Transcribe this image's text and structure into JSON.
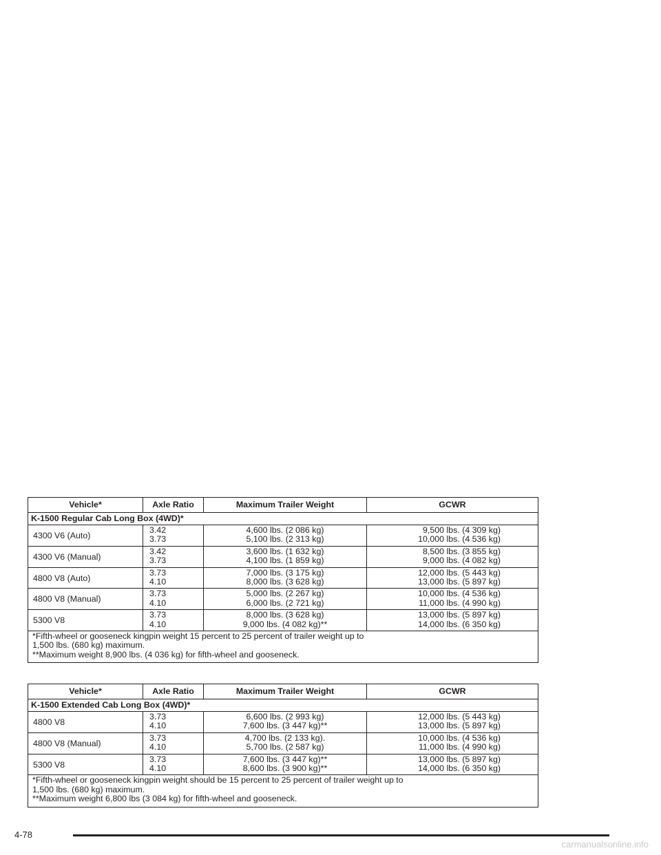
{
  "tables": [
    {
      "headers": [
        "Vehicle*",
        "Axle Ratio",
        "Maximum Trailer Weight",
        "GCWR"
      ],
      "group": "K-1500 Regular Cab Long Box (4WD)*",
      "rows": [
        {
          "vehicle": "4300 V6 (Auto)",
          "axle": [
            "3.42",
            "3.73"
          ],
          "mtw": [
            "4,600 lbs. (2 086 kg)",
            "5,100 lbs. (2 313 kg)"
          ],
          "gcwr": [
            "9,500 lbs. (4 309 kg)",
            "10,000 lbs. (4 536 kg)"
          ]
        },
        {
          "vehicle": "4300 V6 (Manual)",
          "axle": [
            "3.42",
            "3.73"
          ],
          "mtw": [
            "3,600 lbs. (1 632 kg)",
            "4,100 lbs. (1 859 kg)"
          ],
          "gcwr": [
            "8,500 lbs. (3 855 kg)",
            "9,000 lbs. (4 082 kg)"
          ]
        },
        {
          "vehicle": "4800 V8 (Auto)",
          "axle": [
            "3.73",
            "4.10"
          ],
          "mtw": [
            "7,000 lbs. (3 175 kg)",
            "8,000 lbs. (3 628 kg)"
          ],
          "gcwr": [
            "12,000 lbs. (5 443 kg)",
            "13,000 lbs. (5 897 kg)"
          ]
        },
        {
          "vehicle": "4800 V8 (Manual)",
          "axle": [
            "3.73",
            "4.10"
          ],
          "mtw": [
            "5,000 lbs. (2 267 kg)",
            "6,000 lbs. (2 721 kg)"
          ],
          "gcwr": [
            "10,000 lbs. (4 536 kg)",
            "11,000 lbs. (4 990 kg)"
          ]
        },
        {
          "vehicle": "5300 V8",
          "axle": [
            "3.73",
            "4.10"
          ],
          "mtw": [
            "8,000 lbs. (3 628 kg)",
            "9,000 lbs. (4 082 kg)**"
          ],
          "gcwr": [
            "13,000 lbs. (5 897 kg)",
            "14,000 lbs. (6 350 kg)"
          ]
        }
      ],
      "footnotes": [
        "*Fifth-wheel or gooseneck kingpin weight 15 percent to 25 percent of trailer weight up to",
        "1,500 lbs. (680 kg) maximum.",
        "**Maximum weight 8,900 lbs. (4 036 kg) for fifth-wheel and gooseneck."
      ]
    },
    {
      "headers": [
        "Vehicle*",
        "Axle Ratio",
        "Maximum Trailer Weight",
        "GCWR"
      ],
      "group": "K-1500 Extended Cab Long Box (4WD)*",
      "rows": [
        {
          "vehicle": "4800 V8",
          "axle": [
            "3.73",
            "4.10"
          ],
          "mtw": [
            "6,600 lbs. (2 993 kg)",
            "7,600 lbs. (3 447 kg)**"
          ],
          "gcwr": [
            "12,000 lbs. (5 443 kg)",
            "13,000 lbs. (5 897 kg)"
          ]
        },
        {
          "vehicle": "4800 V8 (Manual)",
          "axle": [
            "3.73",
            "4.10"
          ],
          "mtw": [
            "4,700 lbs. (2 133 kg).",
            "5,700 lbs. (2 587 kg)"
          ],
          "gcwr": [
            "10,000 lbs. (4 536 kg)",
            "11,000 lbs. (4 990 kg)"
          ]
        },
        {
          "vehicle": "5300 V8",
          "axle": [
            "3.73",
            "4.10"
          ],
          "mtw": [
            "7,600 lbs. (3 447 kg)**",
            "8,600 lbs. (3 900 kg)**"
          ],
          "gcwr": [
            "13,000 lbs. (5 897 kg)",
            "14,000 lbs. (6 350 kg)"
          ]
        }
      ],
      "footnotes": [
        "*Fifth-wheel or gooseneck kingpin weight should be 15 percent to 25 percent of trailer weight up to",
        "1,500 lbs. (680 kg) maximum.",
        "**Maximum weight 6,800 lbs (3 084 kg) for fifth-wheel and gooseneck."
      ]
    }
  ],
  "page_number": "4-78",
  "watermark": "carmanualsonline.info"
}
